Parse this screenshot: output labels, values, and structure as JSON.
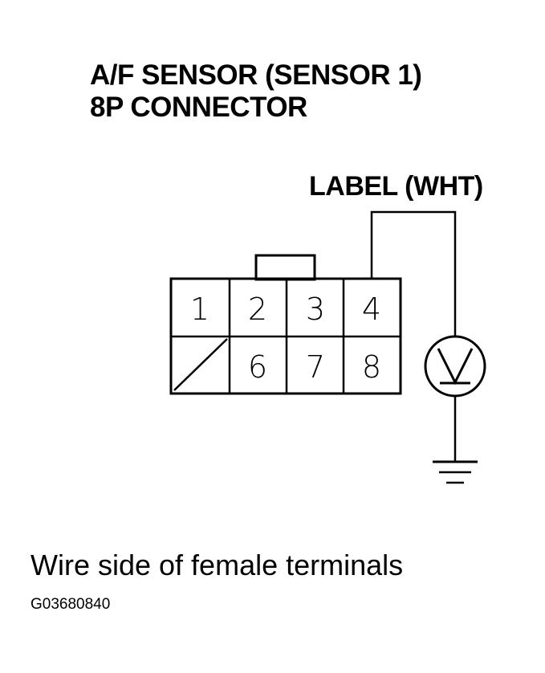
{
  "title": {
    "line1": "A/F SENSOR (SENSOR 1)",
    "line2": "8P CONNECTOR"
  },
  "wire_label": "LABEL (WHT)",
  "connector": {
    "top_row": [
      "1",
      "2",
      "3",
      "4"
    ],
    "bottom_row": [
      "",
      "6",
      "7",
      "8"
    ]
  },
  "meter": {
    "type": "voltmeter",
    "icon": "voltmeter-icon"
  },
  "ground": {
    "icon": "ground-icon"
  },
  "caption": "Wire side of female terminals",
  "figure_id": "G03680840"
}
